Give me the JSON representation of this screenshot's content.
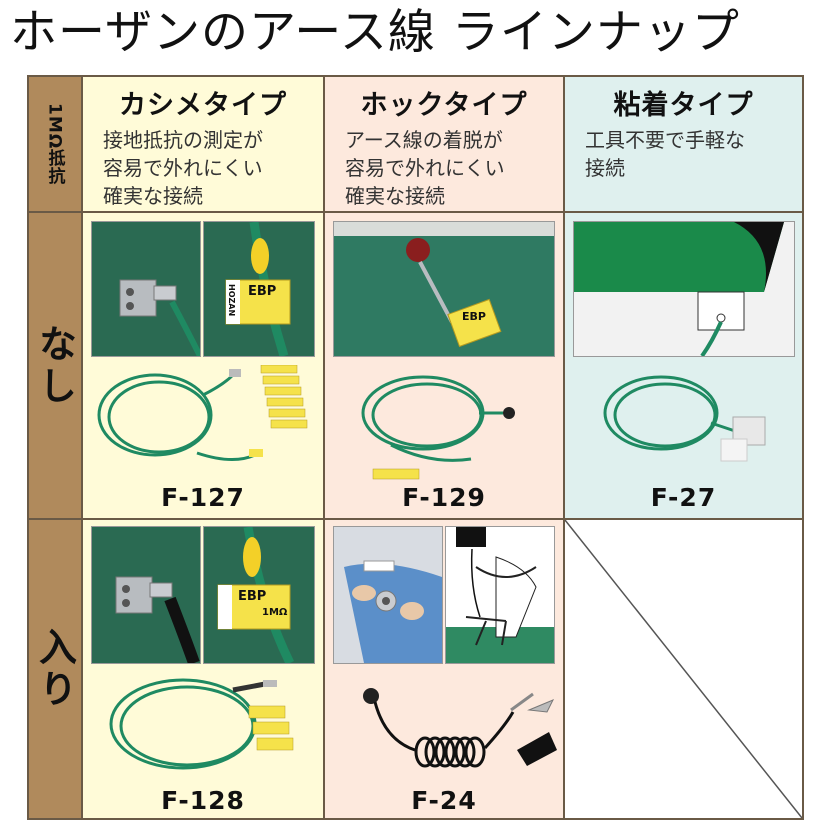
{
  "title": "ホーザンのアース線 ラインナップ",
  "header_row": {
    "resistance_label": "1MΩ抵抗",
    "columns": [
      {
        "name": "カシメタイプ",
        "desc": "接地抵抗の測定が\n容易で外れにくい\n確実な接続"
      },
      {
        "name": "ホックタイプ",
        "desc": "アース線の着脱が\n容易で外れにくい\n確実な接続"
      },
      {
        "name": "粘着タイプ",
        "desc": "工具不要で手軽な\n接続"
      }
    ]
  },
  "rows": [
    {
      "label": "なし",
      "products": [
        "F-127",
        "F-129",
        "F-27"
      ]
    },
    {
      "label": "入り",
      "products": [
        "F-128",
        "F-24",
        ""
      ]
    }
  ],
  "tag_text": {
    "ebp": "EBP",
    "maker": "HOZAN",
    "resistance": "1MΩ"
  },
  "colors": {
    "cord": "#1f8a62",
    "mat": "#2a6e55",
    "tag": "#f5e24a",
    "border": "#6a5a46"
  }
}
